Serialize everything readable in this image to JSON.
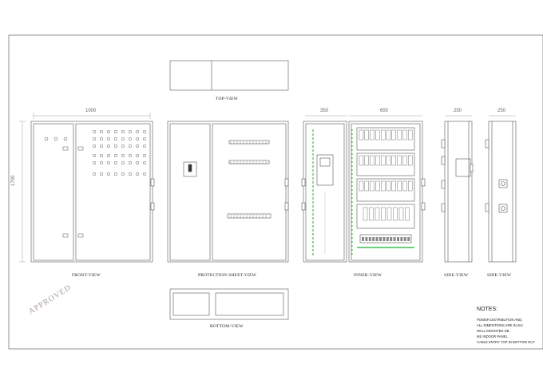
{
  "views": {
    "top": "TOP-VIEW",
    "front": "FRONT-VIEW",
    "protection": "PROTECTION-SHEET-VIEW",
    "inner": "INNER-VIEW",
    "side1": "SIDE-VIEW",
    "side2": "SIDE-VIEW",
    "bottom": "BOTTOM-VIEW"
  },
  "dimensions": {
    "front_width": "1000",
    "front_height": "1700",
    "inner_left": "350",
    "inner_right": "650",
    "side1_depth": "250",
    "side2_depth": "250"
  },
  "stamp": "APPROVED",
  "notes": {
    "title": "NOTES:",
    "lines": [
      "POWER DISTRIBUTION AND,",
      "ALL DIMENTIONS ARE IN mm",
      "WALL MOUNTED DB,",
      "MS INDOOR PANEL",
      "CABLE ENTRY TOP IN BOTTOM OUT"
    ]
  },
  "colors": {
    "line": "#555555",
    "green": "#3bbf4f"
  }
}
